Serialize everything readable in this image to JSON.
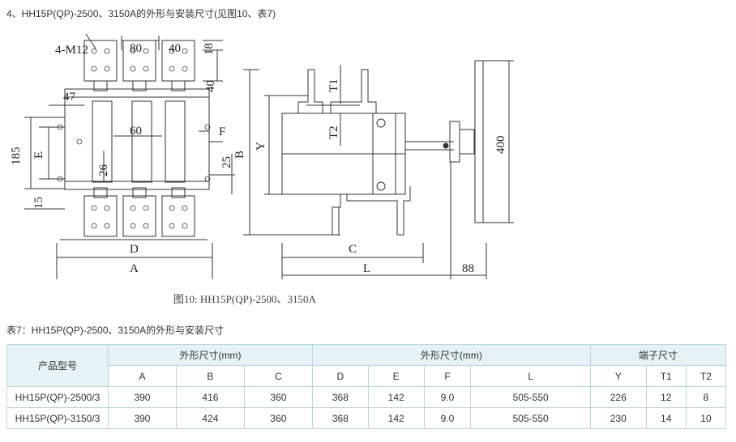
{
  "heading": "4、HH15P(QP)-2500、3150A的外形与安装尺寸(见图10、表7)",
  "drawing": {
    "labels": {
      "m12": "4-M12",
      "d80": "80",
      "d40": "40",
      "d18": "18",
      "d40v": "40",
      "d47": "47",
      "d185": "185",
      "E": "E",
      "d60": "60",
      "F": "F",
      "d26": "26",
      "d25": "25",
      "d15": "15",
      "B": "B",
      "Y": "Y",
      "T1": "T1",
      "T2": "T2",
      "d400": "400",
      "D": "D",
      "A": "A",
      "C": "C",
      "L": "L",
      "d88": "88"
    },
    "caption": "图10: HH15P(QP)-2500、3150A"
  },
  "table": {
    "title": "表7：HH15P(QP)-2500、3150A的外形与安装尺寸",
    "header_model": "产品型号",
    "group_outline": "外形尺寸(mm)",
    "group_outline2": "外形尺寸(mm)",
    "group_terminal": "端子尺寸",
    "columns": [
      "A",
      "B",
      "C",
      "D",
      "E",
      "F",
      "L",
      "Y",
      "T1",
      "T2"
    ],
    "rows": [
      {
        "model": "HH15P(QP)-2500/3",
        "A": "390",
        "B": "416",
        "C": "360",
        "D": "368",
        "E": "142",
        "F": "9.0",
        "L": "505-550",
        "Y": "226",
        "T1": "12",
        "T2": "8"
      },
      {
        "model": "HH15P(QP)-3150/3",
        "A": "390",
        "B": "424",
        "C": "360",
        "D": "368",
        "E": "142",
        "F": "9.0",
        "L": "505-550",
        "Y": "230",
        "T1": "14",
        "T2": "10"
      }
    ]
  }
}
